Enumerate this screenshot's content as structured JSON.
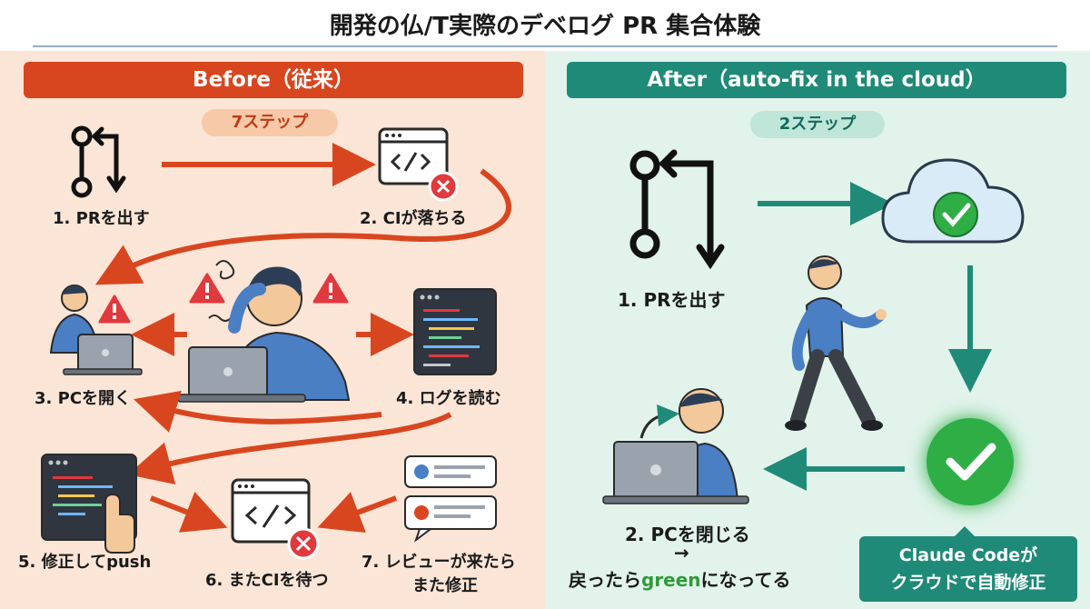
{
  "title": "開発の仏/T実際のデベログ PR 集合体験",
  "before": {
    "banner": "Before（従来）",
    "steps_pill": "7ステップ",
    "steps": {
      "s1": "1. PRを出す",
      "s2": "2. CIが落ちる",
      "s3": "3. PCを開く",
      "s4": "4. ログを読む",
      "s5": "5. 修正してpush",
      "s6": "6. またCIを待つ",
      "s7_line1": "7. レビューが来たら",
      "s7_line2": "また修正"
    }
  },
  "after": {
    "banner": "After（auto-fix in the cloud）",
    "steps_pill": "2ステップ",
    "step1": "1. PRを出す",
    "step2_line1": "2. PCを閉じる",
    "step2_arrow": "→",
    "step2_line2_pre": "戻ったら",
    "step2_line2_green": "green",
    "step2_line2_post": "になってる",
    "claude_line1": "Claude Codeが",
    "claude_line2": "クラウドで自動修正"
  },
  "colors": {
    "before_accent": "#d8461f",
    "after_accent": "#1f8a77",
    "success_green": "#2fae46",
    "error_red": "#e0393e"
  },
  "icons": [
    "pull-request-icon",
    "code-window-icon",
    "error-x-icon",
    "warning-icon",
    "cloud-icon",
    "check-icon",
    "laptop-icon",
    "chat-bubble-icon",
    "pointer-hand-icon",
    "stressed-person-icon",
    "walking-person-icon"
  ]
}
